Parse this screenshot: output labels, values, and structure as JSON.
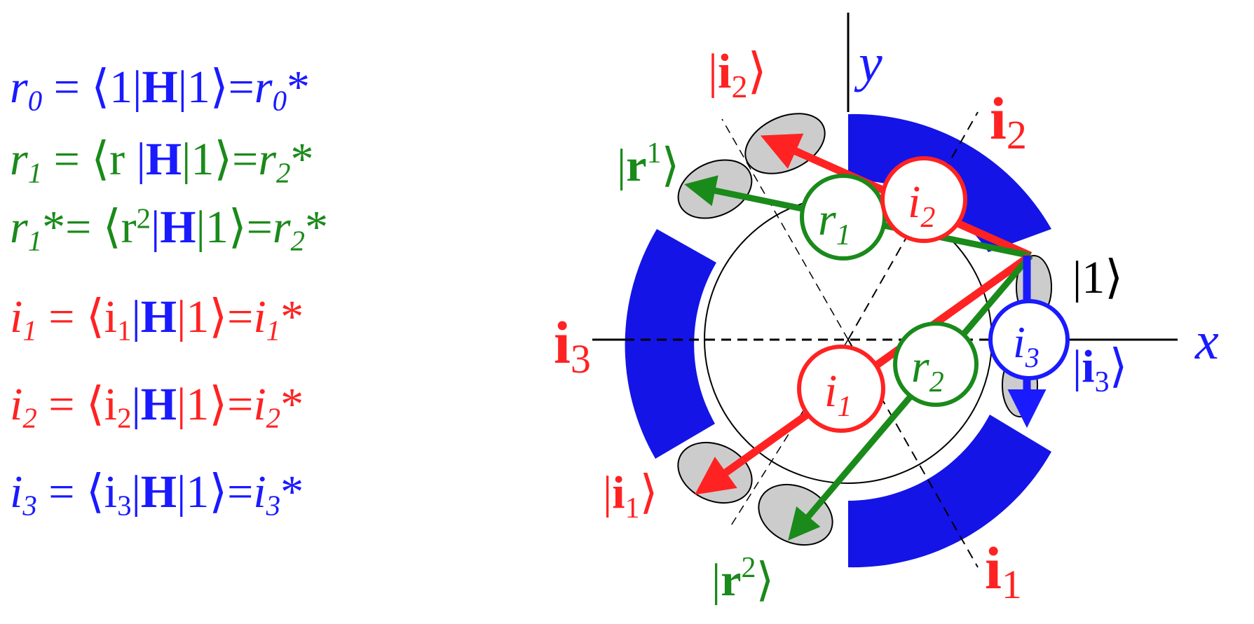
{
  "colors": {
    "blue": "#1a1aff",
    "green": "#1a8a1a",
    "red": "#ff2222",
    "black": "#000000",
    "grey": "#cccccc",
    "bar": "#1414e6"
  },
  "equations": [
    {
      "lhs": "r",
      "lhs_sub": "0",
      "sep": " = ",
      "open": "⟨",
      "bra": "1",
      "bra_sub": "",
      "bra_sup": "",
      "mid1": "|",
      "op": "H",
      "mid2": "|1⟩=",
      "rhs": "r",
      "rhs_sub": "0",
      "star": "*",
      "color": "#1a1aff"
    },
    {
      "lhs": "r",
      "lhs_sub": "1",
      "sep": " = ",
      "open": "⟨",
      "bra": "r",
      "bra_sub": "",
      "bra_sup": "",
      "mid1": " |",
      "op": "H",
      "mid2": "|1⟩=",
      "rhs": "r",
      "rhs_sub": "2",
      "star": "*",
      "color": "#1a8a1a"
    },
    {
      "lhs": "r",
      "lhs_sub": "1",
      "sep": "*= ",
      "open": "⟨",
      "bra": "r",
      "bra_sub": "",
      "bra_sup": "2",
      "mid1": "|",
      "op": "H",
      "mid2": "|1⟩=",
      "rhs": "r",
      "rhs_sub": "2",
      "star": "*",
      "color": "#1a8a1a"
    },
    {
      "lhs": "i",
      "lhs_sub": "1",
      "sep": " = ",
      "open": "⟨",
      "bra": "i",
      "bra_sub": "1",
      "bra_sup": "",
      "mid1": "|",
      "op": "H",
      "mid2": "|1⟩=",
      "rhs": "i",
      "rhs_sub": "1",
      "star": "*",
      "color": "#ff2222"
    },
    {
      "lhs": "i",
      "lhs_sub": "2",
      "sep": " = ",
      "open": "⟨",
      "bra": "i",
      "bra_sub": "2",
      "bra_sup": "",
      "mid1": "|",
      "op": "H",
      "mid2": "|1⟩=",
      "rhs": "i",
      "rhs_sub": "2",
      "star": "*",
      "color": "#ff2222"
    },
    {
      "lhs": "i",
      "lhs_sub": "3",
      "sep": " = ",
      "open": "⟨",
      "bra": "i",
      "bra_sub": "3",
      "bra_sup": "",
      "mid1": "|",
      "op": "H",
      "mid2": "|1⟩=",
      "rhs": "i",
      "rhs_sub": "3",
      "star": "*",
      "color": "#1a1aff"
    }
  ],
  "diagram": {
    "axis_x": "x",
    "axis_y": "y",
    "ket_i2": {
      "open": "|",
      "base": "i",
      "sub": "2",
      "close": "⟩"
    },
    "ket_r1": {
      "open": "|",
      "base": "r",
      "sup": "1",
      "close": "⟩"
    },
    "ket_1": "|1⟩",
    "ket_i3": {
      "open": "|",
      "base": "i",
      "sub": "3",
      "close": "⟩"
    },
    "ket_i1": {
      "open": "|",
      "base": "i",
      "sub": "1",
      "close": "⟩"
    },
    "ket_r2": {
      "open": "|",
      "base": "r",
      "sup": "2",
      "close": "⟩"
    },
    "label_i2": {
      "base": "i",
      "sub": "2"
    },
    "label_i3": {
      "base": "i",
      "sub": "3"
    },
    "label_i1": {
      "base": "i",
      "sub": "1"
    },
    "circles": [
      {
        "base": "r",
        "sub": "1"
      },
      {
        "base": "i",
        "sub": "2"
      },
      {
        "base": "i",
        "sub": "3"
      },
      {
        "base": "r",
        "sub": "2"
      },
      {
        "base": "i",
        "sub": "1"
      }
    ]
  }
}
